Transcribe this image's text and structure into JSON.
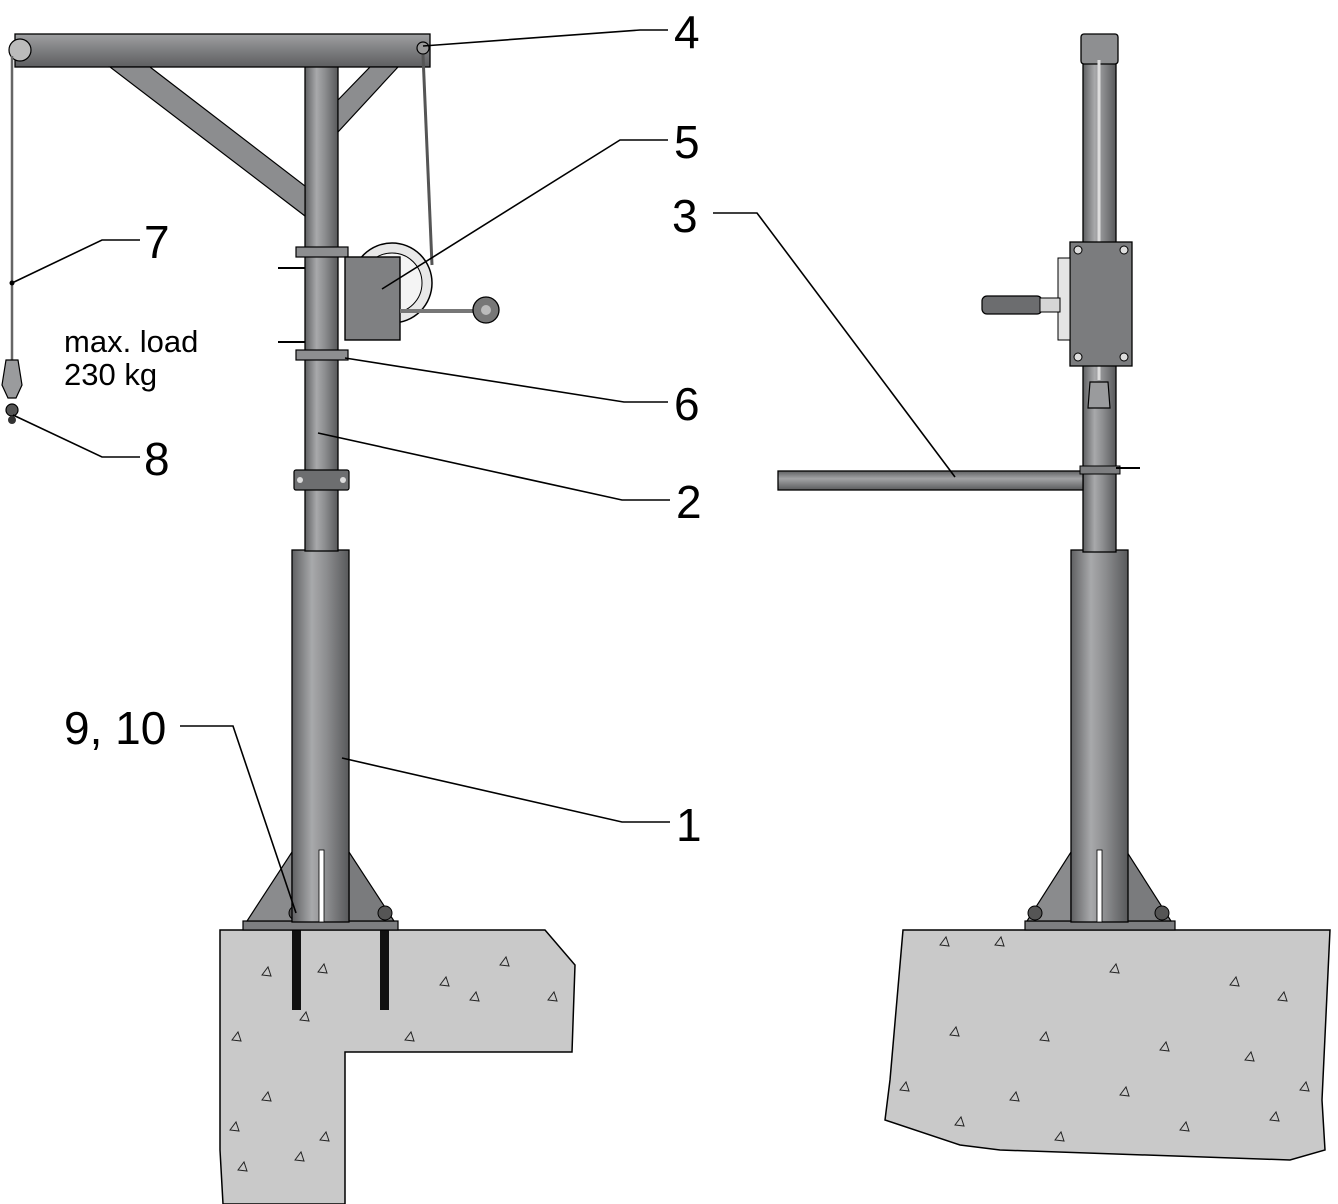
{
  "callouts": {
    "c1": "1",
    "c2": "2",
    "c3": "3",
    "c4": "4",
    "c5": "5",
    "c6": "6",
    "c7": "7",
    "c8": "8",
    "c9_10": "9, 10"
  },
  "load_note": {
    "line1": "max. load",
    "line2": "230 kg"
  },
  "colors": {
    "steel_dark": "#6f7072",
    "steel_mid": "#9a9b9d",
    "steel_light": "#c4c5c7",
    "concrete": "#c9c9c9",
    "line": "#000000"
  }
}
